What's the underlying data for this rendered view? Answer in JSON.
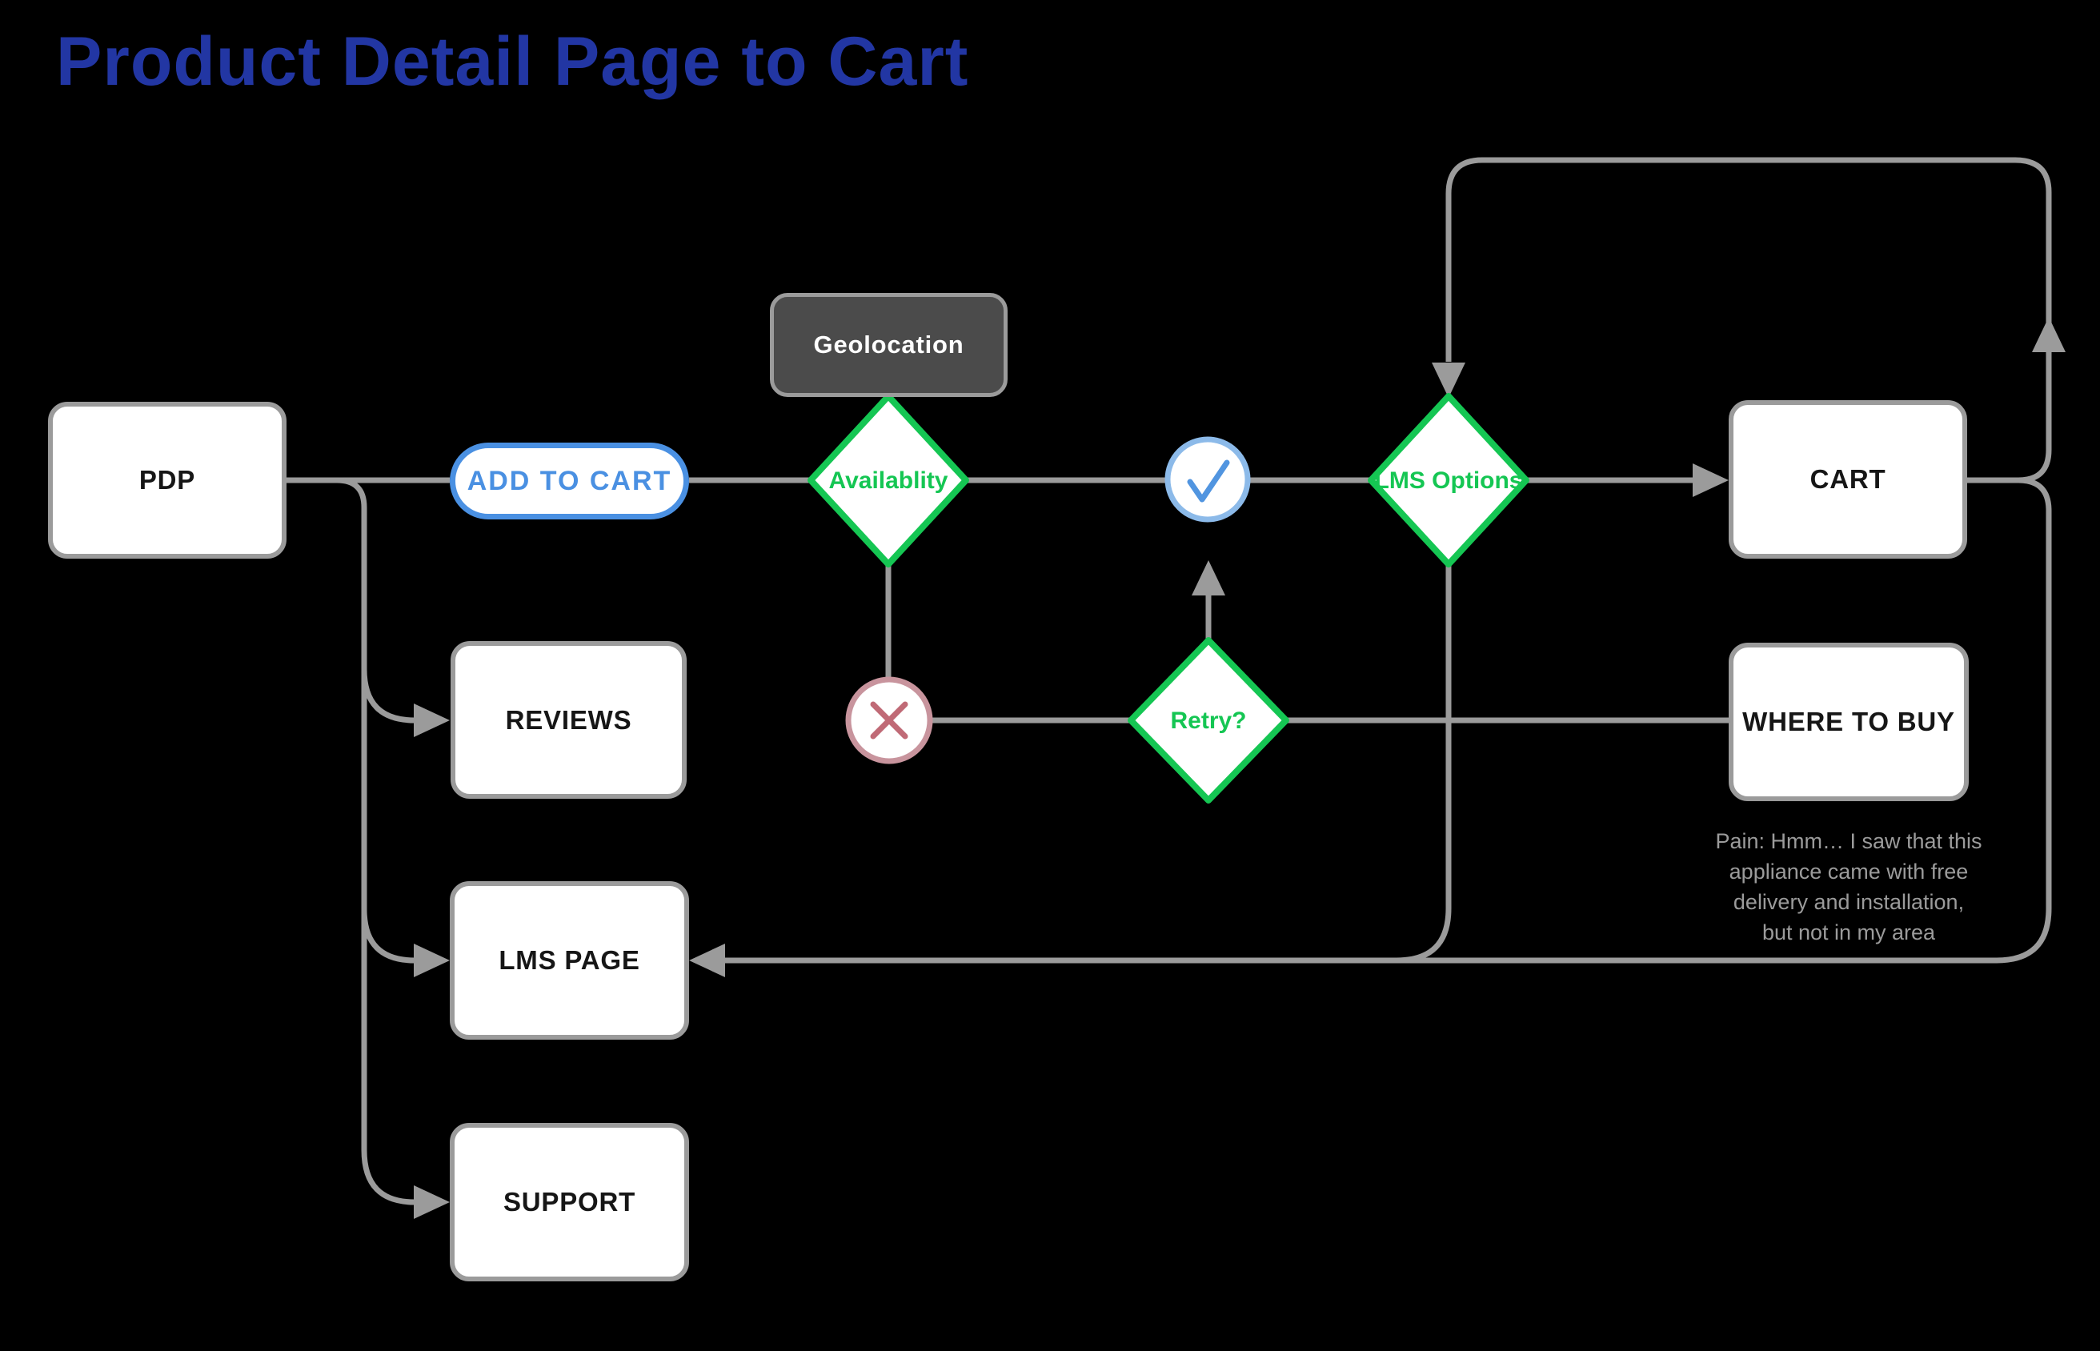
{
  "title": "Product Detail Page to Cart",
  "nodes": {
    "pdp": {
      "label": "PDP",
      "type": "box"
    },
    "add_to_cart": {
      "label": "ADD TO CART",
      "type": "pill-button"
    },
    "geolocation": {
      "label": "Geolocation",
      "type": "dark-box"
    },
    "availability": {
      "label": "Availablity",
      "type": "decision-diamond"
    },
    "success": {
      "icon": "check-icon",
      "type": "status-circle"
    },
    "lms_options": {
      "label": "LMS Options",
      "type": "decision-diamond"
    },
    "cart": {
      "label": "CART",
      "type": "box"
    },
    "reviews": {
      "label": "REVIEWS",
      "type": "box"
    },
    "failure": {
      "icon": "x-icon",
      "type": "status-circle"
    },
    "retry": {
      "label": "Retry?",
      "type": "decision-diamond"
    },
    "where_to_buy": {
      "label": "WHERE TO BUY",
      "type": "box"
    },
    "lms_page": {
      "label": "LMS PAGE",
      "type": "box"
    },
    "support": {
      "label": "SUPPORT",
      "type": "box"
    }
  },
  "pain_note": {
    "lines": [
      "Pain: Hmm… I saw that this",
      "appliance came with free",
      "delivery and installation,",
      "but not in my area"
    ]
  },
  "edges": [
    {
      "from": "pdp",
      "to": "add_to_cart"
    },
    {
      "from": "pdp",
      "to": "reviews",
      "arrow": true
    },
    {
      "from": "pdp",
      "to": "lms_page",
      "arrow": true
    },
    {
      "from": "pdp",
      "to": "support",
      "arrow": true
    },
    {
      "from": "add_to_cart",
      "to": "availability"
    },
    {
      "from": "availability",
      "to": "success"
    },
    {
      "from": "success",
      "to": "lms_options"
    },
    {
      "from": "lms_options",
      "to": "cart",
      "arrow": true
    },
    {
      "from": "availability",
      "to": "failure"
    },
    {
      "from": "failure",
      "to": "retry"
    },
    {
      "from": "retry",
      "to": "success",
      "arrow": true
    },
    {
      "from": "retry",
      "to": "where_to_buy"
    },
    {
      "from": "cart",
      "to": "lms_options",
      "via": "top-loop",
      "arrow": true
    },
    {
      "from": "cart",
      "to": "lms_page",
      "via": "bottom-loop",
      "arrow": true
    },
    {
      "from": "lms_options",
      "to": "lms_page",
      "via": "bottom-loop"
    }
  ],
  "colors": {
    "background": "#000000",
    "title_blue": "#2236a3",
    "accent_blue": "#4a90e2",
    "circle_border_blue": "#8cbae9",
    "check_blue": "#5195e0",
    "diamond_green": "#15c653",
    "error_pink_border": "#c8949d",
    "error_pink_x": "#c06a76",
    "line_gray": "#9b9b9b",
    "dark_node_fill": "#4b4b4b",
    "node_fill": "#ffffff",
    "node_text": "#161616",
    "pain_text_gray": "#9b9b9b"
  }
}
